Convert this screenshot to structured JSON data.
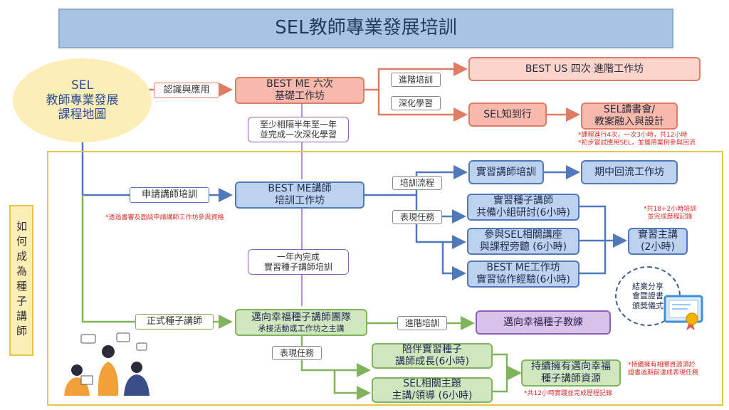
{
  "title": "SEL教師專業發展培訓",
  "oval": [
    "SEL",
    "教師專業發展",
    "課程地圖"
  ],
  "side_label": "如何成為種子講師",
  "row1": {
    "tag_recognize": "認識與應用",
    "best_me": [
      "BEST ME 六次",
      "基礎工作坊"
    ],
    "tag_advanced": "進階培訓",
    "tag_deepen": "深化學習",
    "best_us": "BEST US 四次 進階工作坊",
    "sel_practice": "SEL知到行",
    "sel_book": [
      "SEL讀書會/",
      "教案融入與設計"
    ],
    "note": [
      "*課程進行4次，一次3小時，共12小時",
      "*初步嘗試應用SEL，並攜帶案例參與回流"
    ]
  },
  "gap1": [
    "至少相隔半年至一年",
    "並完成一次深化學習"
  ],
  "row2": {
    "tag_apply": "申請講師培訓",
    "trainer": [
      "BEST ME講師",
      "培訓工作坊"
    ],
    "note_apply": "*透過書審及面談申請講師工作坊參與資格",
    "tag_process": "培訓流程",
    "tag_task": "表現任務",
    "intern_training": "實習講師培訓",
    "midterm": "期中回流工作坊",
    "seed_group": [
      "實習種子講師",
      "共備小組研討(6小時)"
    ],
    "sel_lecture": [
      "參與SEL相關講座",
      "與課程旁聽 (6小時)"
    ],
    "best_me_ws": [
      "BEST ME工作坊",
      "實習協作經驗(6小時)"
    ],
    "intern_teach": [
      "實習主講",
      "(2小時)"
    ],
    "note_total": [
      "*共18+2小時培訓",
      "並完成歷程記錄"
    ]
  },
  "gap2": [
    "一年內完成",
    "實習種子講師培訓"
  ],
  "row3": {
    "tag_formal": "正式種子講師",
    "team": "邁向幸福種子講師團隊",
    "team_sub": "承接活動或工作坊之主講",
    "tag_advanced": "進階培訓",
    "coach": "邁向幸福種子教練",
    "tag_task": "表現任務",
    "accompany": [
      "陪伴實習種子",
      "講師成長(6小時)"
    ],
    "sel_topic": [
      "SEL相關主題",
      "主講/領導 (6小時)"
    ],
    "resource": [
      "持續擁有邁向幸福",
      "種子講師資源"
    ],
    "note_resource": [
      "*持續擁有相關資源須於",
      "證書過期前達成表現任務"
    ],
    "note_12": "*共12小時實踐並完成歷程記錄"
  },
  "ceremony": [
    "結業分享",
    "會暨證書",
    "頒獎儀式"
  ],
  "colors": {
    "red": "#e07b66",
    "blue": "#4f79b8",
    "green": "#7fb35c",
    "purple": "#8e5fb8",
    "gold": "#e6c64a"
  }
}
